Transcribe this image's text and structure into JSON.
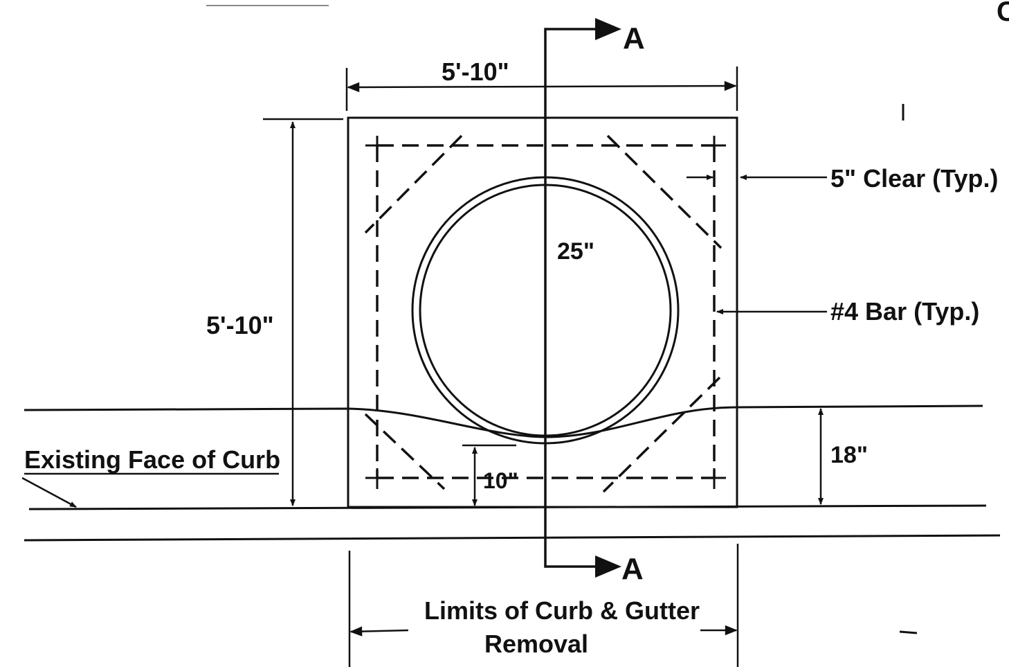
{
  "drawing": {
    "section_marker": "A",
    "corner_mark": "C",
    "labels": {
      "top_width": "5'-10\"",
      "left_height": "5'-10\"",
      "clear_cover": "5\" Clear (Typ.)",
      "bar": "#4 Bar (Typ.)",
      "pipe_diameter": "25\"",
      "bottom_offset": "10\"",
      "curb_height": "18\"",
      "existing_curb": "Existing Face of Curb",
      "removal_line1": "Limits of Curb & Gutter",
      "removal_line2": "Removal"
    },
    "colors": {
      "ink": "#111111",
      "paper": "#ffffff"
    }
  }
}
